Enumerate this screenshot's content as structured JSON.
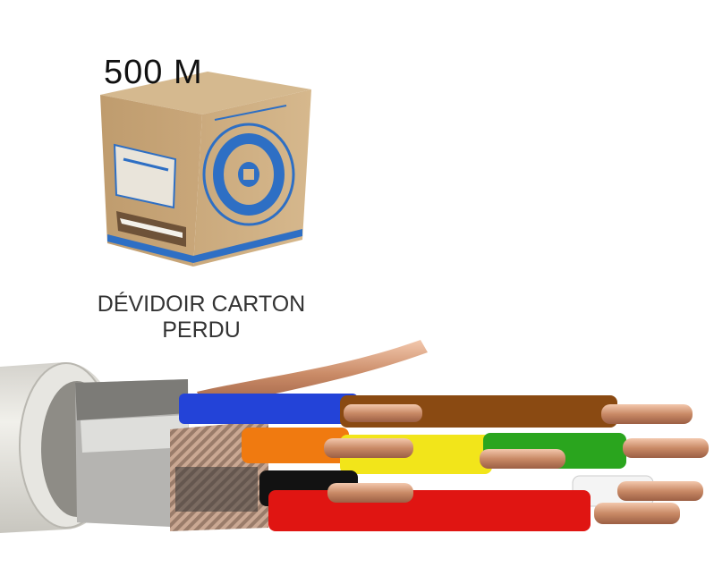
{
  "product": {
    "length_label": "500 M",
    "packaging_caption_line1": "DÉVIDOIR CARTON",
    "packaging_caption_line2": "PERDU"
  },
  "colors": {
    "carton": "#c9a77a",
    "carton_print": "#2e6fc4",
    "sheath": "#e4e2dc",
    "copper": "#d9a07f"
  },
  "conductors": [
    {
      "color_name": "blue",
      "hex": "#2343d8"
    },
    {
      "color_name": "brown",
      "hex": "#8a4a12"
    },
    {
      "color_name": "orange",
      "hex": "#f07a10"
    },
    {
      "color_name": "yellow",
      "hex": "#f2e51a"
    },
    {
      "color_name": "green",
      "hex": "#2aa51e"
    },
    {
      "color_name": "white",
      "hex": "#f4f4f4"
    },
    {
      "color_name": "black",
      "hex": "#121212"
    },
    {
      "color_name": "red",
      "hex": "#e01512"
    }
  ]
}
